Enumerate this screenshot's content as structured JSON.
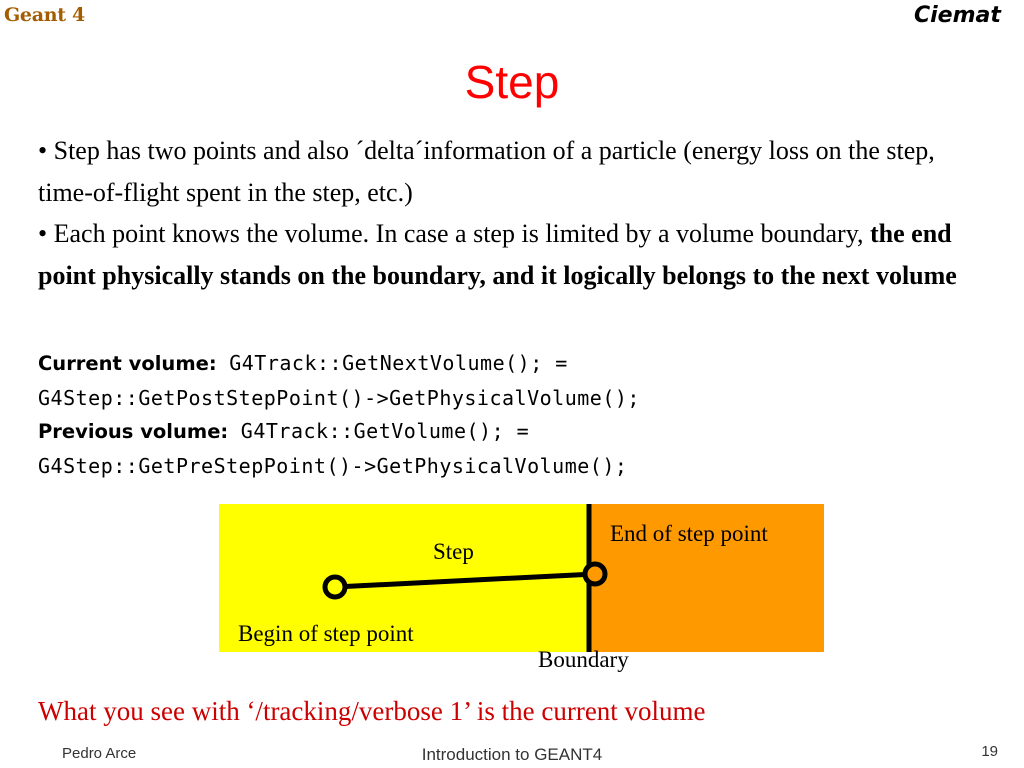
{
  "header": {
    "left_logo_text": "Geant 4",
    "right_logo_text": "Ciemat"
  },
  "slide": {
    "title": "Step",
    "bullet1": "• Step has two points and also ´delta´information of a particle (energy loss on the step, time-of-flight spent in the step, etc.)",
    "bullet2_prefix": "• Each point knows the volume. In case a step is limited by a volume boundary, ",
    "bullet2_bold": "the end point physically stands on the boundary, and it logically belongs to the next volume",
    "current_volume_label": "Current volume:",
    "current_volume_code1": " G4Track::GetNextVolume(); =",
    "current_volume_code2": "G4Step::GetPostStepPoint()->GetPhysicalVolume();",
    "previous_volume_label": "Previous volume:",
    "previous_volume_code1": " G4Track::GetVolume(); =",
    "previous_volume_code2": "G4Step::GetPreStepPoint()->GetPhysicalVolume();",
    "bottom_note": "What you see with ‘/tracking/verbose 1’ is the current volume"
  },
  "diagram": {
    "step_label": "Step",
    "end_label": "End of step point",
    "begin_label": "Begin of step point",
    "boundary_label": "Boundary",
    "colors": {
      "left_volume": "#ffff00",
      "right_volume": "#ff9900"
    }
  },
  "footer": {
    "author": "Pedro Arce",
    "center": "Introduction to GEANT4",
    "page": "19"
  }
}
